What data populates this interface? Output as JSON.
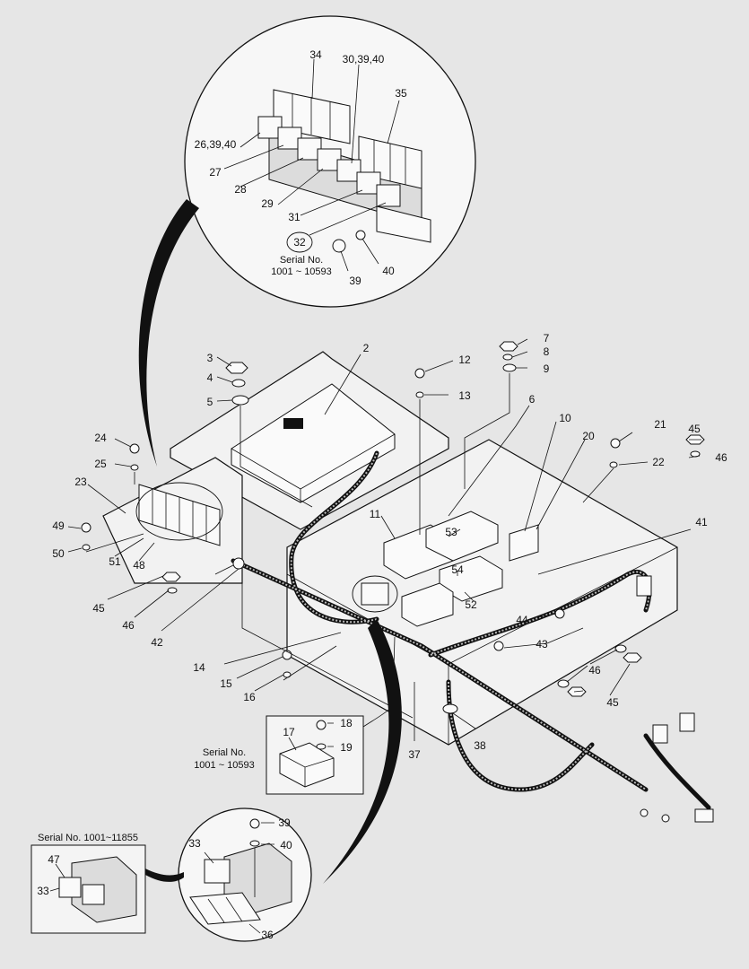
{
  "callouts": {
    "top_detail": [
      {
        "id": "c34",
        "text": "34"
      },
      {
        "id": "c30",
        "text": "30,39,40"
      },
      {
        "id": "c35",
        "text": "35"
      },
      {
        "id": "c26",
        "text": "26,39,40"
      },
      {
        "id": "c27",
        "text": "27"
      },
      {
        "id": "c28",
        "text": "28"
      },
      {
        "id": "c29",
        "text": "29"
      },
      {
        "id": "c31",
        "text": "31"
      },
      {
        "id": "c32",
        "text": "32"
      },
      {
        "id": "c39a",
        "text": "39"
      },
      {
        "id": "c40a",
        "text": "40"
      }
    ],
    "main": [
      {
        "id": "m2",
        "text": "2"
      },
      {
        "id": "m3",
        "text": "3"
      },
      {
        "id": "m4",
        "text": "4"
      },
      {
        "id": "m5",
        "text": "5"
      },
      {
        "id": "m6",
        "text": "6"
      },
      {
        "id": "m7",
        "text": "7"
      },
      {
        "id": "m8",
        "text": "8"
      },
      {
        "id": "m9",
        "text": "9"
      },
      {
        "id": "m10",
        "text": "10"
      },
      {
        "id": "m11",
        "text": "11"
      },
      {
        "id": "m12",
        "text": "12"
      },
      {
        "id": "m13",
        "text": "13"
      },
      {
        "id": "m14",
        "text": "14"
      },
      {
        "id": "m15",
        "text": "15"
      },
      {
        "id": "m16",
        "text": "16"
      },
      {
        "id": "m20",
        "text": "20"
      },
      {
        "id": "m21",
        "text": "21"
      },
      {
        "id": "m22",
        "text": "22"
      },
      {
        "id": "m23",
        "text": "23"
      },
      {
        "id": "m24",
        "text": "24"
      },
      {
        "id": "m25",
        "text": "25"
      },
      {
        "id": "m37",
        "text": "37"
      },
      {
        "id": "m38",
        "text": "38"
      },
      {
        "id": "m41",
        "text": "41"
      },
      {
        "id": "m42",
        "text": "42"
      },
      {
        "id": "m43",
        "text": "43"
      },
      {
        "id": "m44",
        "text": "44"
      },
      {
        "id": "m45a",
        "text": "45"
      },
      {
        "id": "m46a",
        "text": "46"
      },
      {
        "id": "m45b",
        "text": "45"
      },
      {
        "id": "m46b",
        "text": "46"
      },
      {
        "id": "m45c",
        "text": "45"
      },
      {
        "id": "m46c",
        "text": "46"
      },
      {
        "id": "m48",
        "text": "48"
      },
      {
        "id": "m49",
        "text": "49"
      },
      {
        "id": "m50",
        "text": "50"
      },
      {
        "id": "m51",
        "text": "51"
      },
      {
        "id": "m52",
        "text": "52"
      },
      {
        "id": "m53",
        "text": "53"
      },
      {
        "id": "m54",
        "text": "54"
      }
    ],
    "inset_relay": [
      {
        "id": "r17",
        "text": "17"
      },
      {
        "id": "r18",
        "text": "18"
      },
      {
        "id": "r19",
        "text": "19"
      }
    ],
    "bottom_detail": [
      {
        "id": "b39",
        "text": "39"
      },
      {
        "id": "b40",
        "text": "40"
      },
      {
        "id": "b33",
        "text": "33"
      },
      {
        "id": "b36",
        "text": "36"
      }
    ],
    "serial_box": [
      {
        "id": "s47",
        "text": "47"
      },
      {
        "id": "s33",
        "text": "33"
      }
    ]
  },
  "notes": {
    "top_serial_line1": "Serial No.",
    "top_serial_line2": "1001 ~ 10593",
    "relay_serial_line1": "Serial No.",
    "relay_serial_line2": "1001 ~ 10593",
    "box_serial": "Serial No. 1001~11855"
  },
  "colors": {
    "background": "#e6e6e6",
    "line": "#111111",
    "part_fill": "#fafafa"
  }
}
